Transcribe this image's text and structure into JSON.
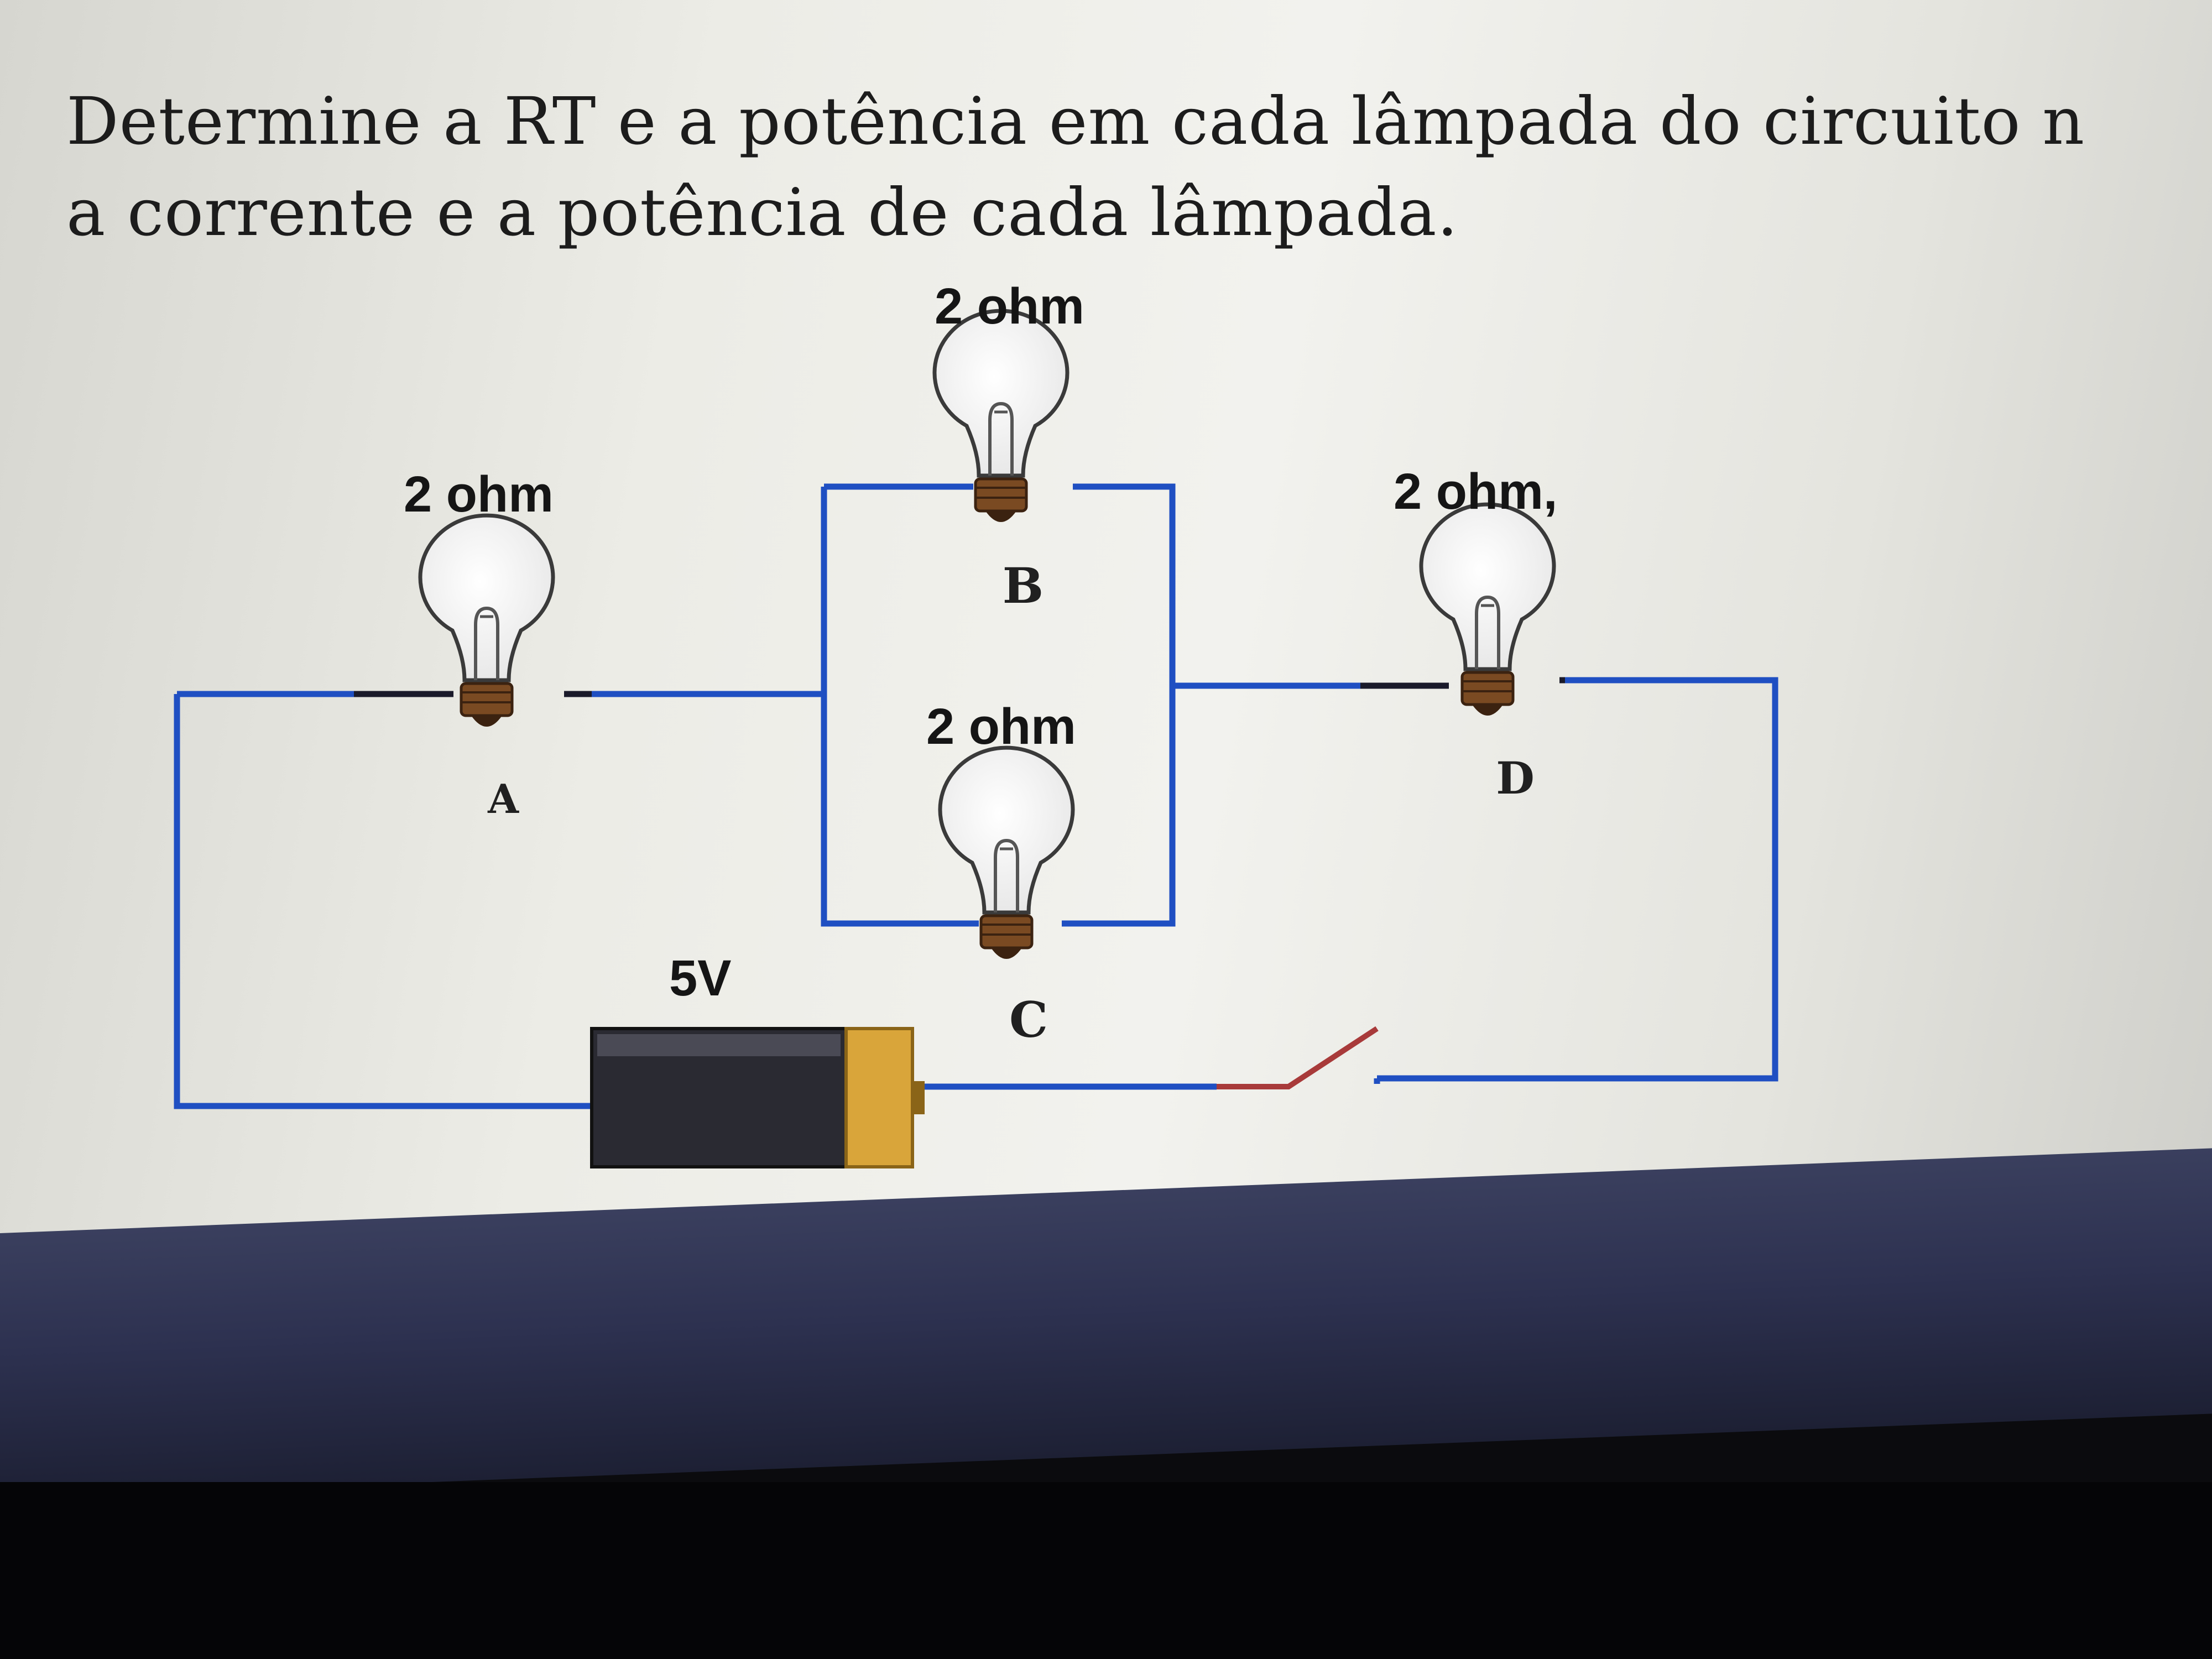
{
  "question": {
    "line1": "Determine a RT e a potência em cada lâmpada do circuito n",
    "line2": "a corrente  e a potência de cada lâmpada."
  },
  "diagram": {
    "battery": {
      "label": "5V"
    },
    "lamps": [
      {
        "id": "A",
        "resistance_label": "2 ohm",
        "node_label": "A"
      },
      {
        "id": "B",
        "resistance_label": "2 ohm",
        "node_label": "B"
      },
      {
        "id": "C",
        "resistance_label": "2 ohm",
        "node_label": "C"
      },
      {
        "id": "D",
        "resistance_label": "2 ohm,",
        "node_label": "D"
      }
    ],
    "switch": {
      "state": "open"
    },
    "colors": {
      "wire": "#1f4fc2",
      "battery_body": "#2a2a32",
      "battery_cap": "#d9a53a",
      "lamp_socket": "#7a4a22"
    }
  }
}
